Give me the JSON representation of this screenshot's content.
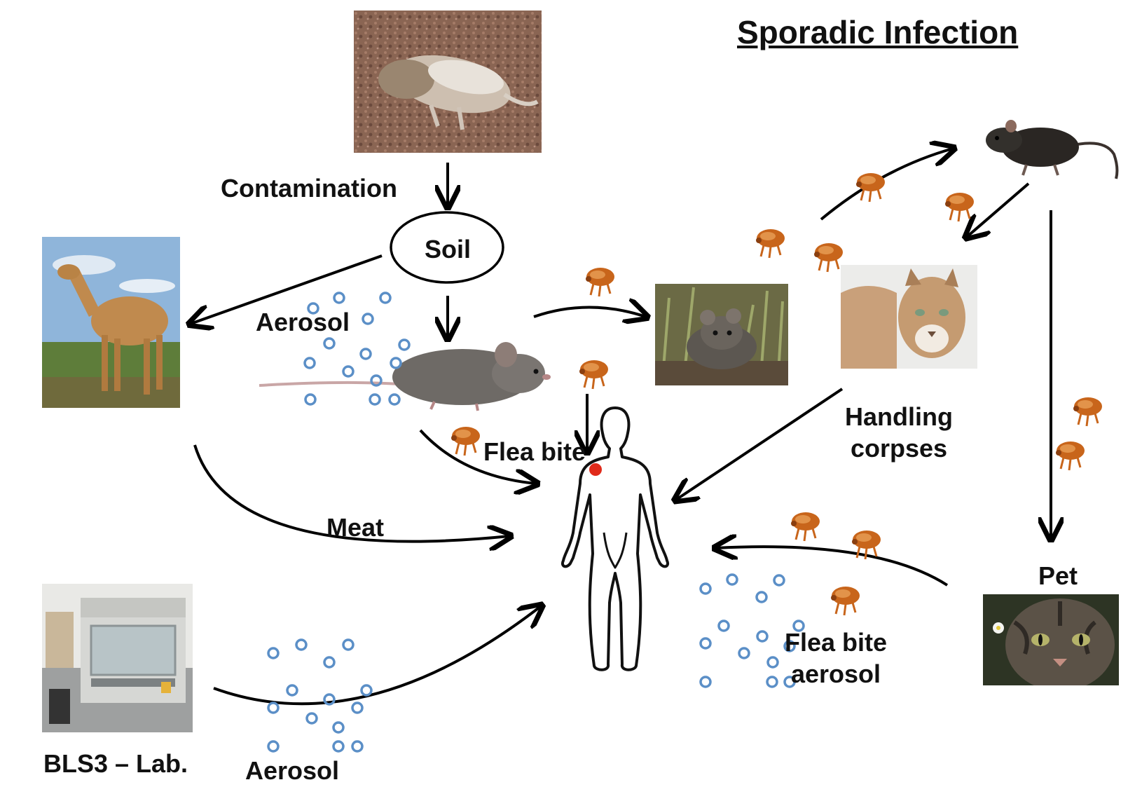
{
  "title": "Sporadic Infection",
  "labels": {
    "contamination": "Contamination",
    "soil": "Soil",
    "aerosol_top": "Aerosol",
    "flea_bite": "Flea bite",
    "handling_line1": "Handling",
    "handling_line2": "corpses",
    "meat": "Meat",
    "pet": "Pet",
    "flea_bite_aerosol_line1": "Flea bite",
    "flea_bite_aerosol_line2": "aerosol",
    "lab": "BLS3 – Lab.",
    "aerosol_bottom": "Aerosol"
  },
  "colors": {
    "droplet": "#5b8fc7",
    "flea": "#c8651b",
    "lesion": "#e02a1a"
  },
  "icons": [
    "flea-icon",
    "aerosol-droplet-icon",
    "human-body-icon"
  ]
}
